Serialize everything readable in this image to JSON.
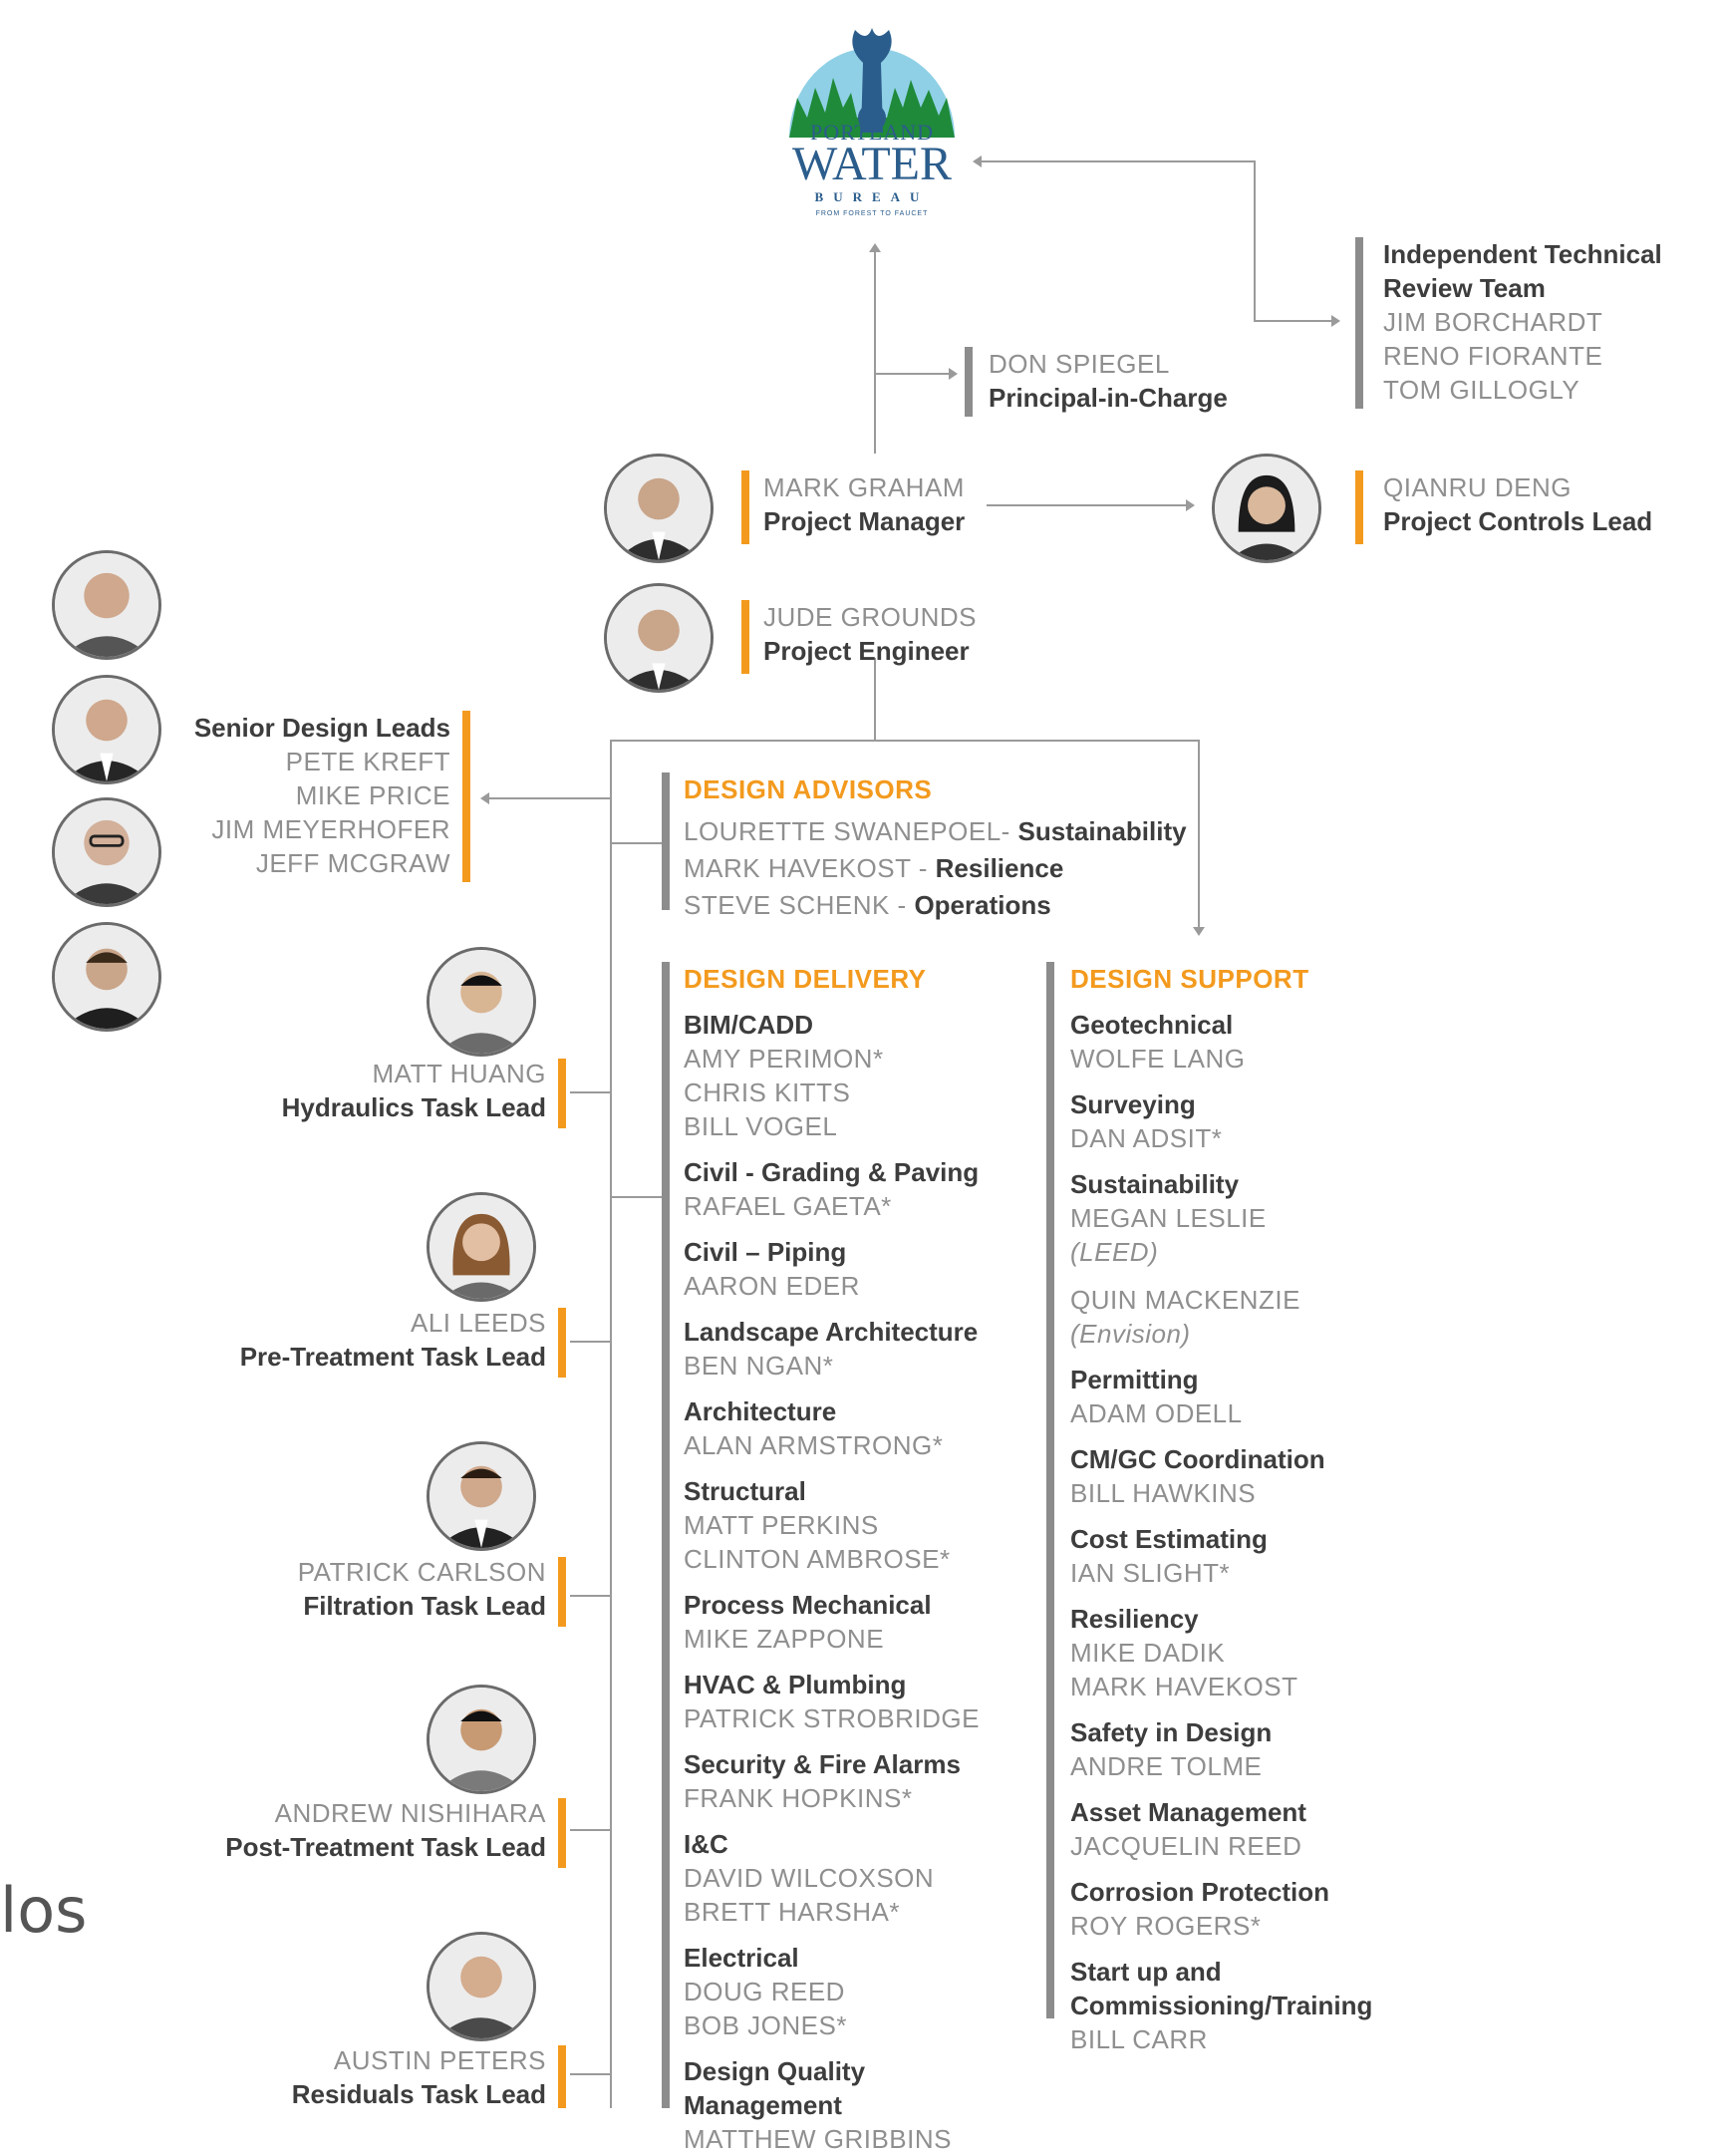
{
  "logo": {
    "line1": "PORTLAND",
    "line2": "WATER",
    "line3": "BUREAU",
    "tagline": "FROM FOREST TO FAUCET"
  },
  "itr": {
    "title1": "Independent Technical",
    "title2": "Review Team",
    "members": [
      "JIM BORCHARDT",
      "RENO FIORANTE",
      "TOM GILLOGLY"
    ]
  },
  "pic": {
    "name": "DON SPIEGEL",
    "role": "Principal-in-Charge"
  },
  "pm": {
    "name": "MARK GRAHAM",
    "role": "Project Manager"
  },
  "pcl": {
    "name": "QIANRU DENG",
    "role": "Project Controls Lead"
  },
  "pe": {
    "name": "JUDE GROUNDS",
    "role": "Project Engineer"
  },
  "sdl": {
    "title": "Senior Design Leads",
    "members": [
      "PETE KREFT",
      "MIKE PRICE",
      "JIM MEYERHOFER",
      "JEFF MCGRAW"
    ]
  },
  "advisors": {
    "title": "DESIGN ADVISORS",
    "items": [
      {
        "name": "LOURETTE SWANEPOEL",
        "sep": "- ",
        "area": "Sustainability"
      },
      {
        "name": "MARK HAVEKOST",
        "sep": " - ",
        "area": "Resilience"
      },
      {
        "name": "STEVE SCHENK",
        "sep": " - ",
        "area": "Operations"
      }
    ]
  },
  "task_leads": [
    {
      "name": "MATT HUANG",
      "role": "Hydraulics Task Lead"
    },
    {
      "name": "ALI LEEDS",
      "role": "Pre-Treatment Task Lead"
    },
    {
      "name": "PATRICK CARLSON",
      "role": "Filtration Task Lead"
    },
    {
      "name": "ANDREW  NISHIHARA",
      "role": "Post-Treatment Task Lead"
    },
    {
      "name": "AUSTIN PETERS",
      "role": "Residuals Task Lead"
    }
  ],
  "delivery": {
    "title": "DESIGN DELIVERY",
    "groups": [
      {
        "label": "BIM/CADD",
        "names": [
          "AMY PERIMON*",
          "CHRIS KITTS",
          "BILL VOGEL"
        ]
      },
      {
        "label": "Civil - Grading & Paving",
        "names": [
          "RAFAEL GAETA*"
        ]
      },
      {
        "label": "Civil – Piping",
        "names": [
          "AARON EDER"
        ]
      },
      {
        "label": "Landscape Architecture",
        "names": [
          "BEN NGAN*"
        ]
      },
      {
        "label": "Architecture",
        "names": [
          "ALAN ARMSTRONG*"
        ]
      },
      {
        "label": "Structural",
        "names": [
          "MATT PERKINS",
          "CLINTON AMBROSE*"
        ]
      },
      {
        "label": "Process Mechanical",
        "names": [
          "MIKE ZAPPONE"
        ]
      },
      {
        "label": "HVAC & Plumbing",
        "names": [
          "PATRICK STROBRIDGE"
        ]
      },
      {
        "label": "Security & Fire Alarms",
        "names": [
          "FRANK HOPKINS*"
        ]
      },
      {
        "label": "I&C",
        "names": [
          "DAVID WILCOXSON",
          "BRETT HARSHA*"
        ]
      },
      {
        "label": "Electrical",
        "names": [
          "DOUG REED",
          "BOB JONES*"
        ]
      },
      {
        "label": "Design Quality\nManagement",
        "names": [
          "MATTHEW GRIBBINS"
        ]
      }
    ]
  },
  "support": {
    "title": "DESIGN SUPPORT",
    "groups": [
      {
        "label": "Geotechnical",
        "names": [
          "WOLFE LANG"
        ]
      },
      {
        "label": "Surveying",
        "names": [
          "DAN ADSIT*"
        ]
      },
      {
        "label": "Sustainability",
        "names": [
          "MEGAN LESLIE",
          "(LEED)",
          "",
          "QUIN MACKENZIE",
          "(Envision)"
        ]
      },
      {
        "label": "Permitting",
        "names": [
          "ADAM ODELL"
        ]
      },
      {
        "label": "CM/GC Coordination",
        "names": [
          "BILL HAWKINS"
        ]
      },
      {
        "label": "Cost Estimating",
        "names": [
          "IAN SLIGHT*"
        ]
      },
      {
        "label": "Resiliency",
        "names": [
          "MIKE DADIK",
          "MARK HAVEKOST"
        ]
      },
      {
        "label": "Safety in Design",
        "names": [
          "ANDRE TOLME"
        ]
      },
      {
        "label": "Asset Management",
        "names": [
          "JACQUELIN REED"
        ]
      },
      {
        "label": "Corrosion Protection",
        "names": [
          "ROY ROGERS*"
        ]
      },
      {
        "label": "Start up and\nCommissioning/Training",
        "names": [
          "BILL CARR"
        ]
      }
    ]
  },
  "stray_text": "los"
}
